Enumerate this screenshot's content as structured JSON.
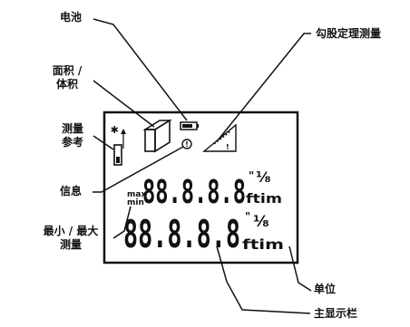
{
  "labels": {
    "battery": "电池",
    "pythagoras": "勾股定理测量",
    "area_volume_line1": "面积 /",
    "area_volume_line2": "体积",
    "reference_line1": "测量",
    "reference_line2": "参考",
    "info": "信息",
    "minmax_line1": "最小 / 最大",
    "minmax_line2": "测量",
    "unit": "单位",
    "main_display": "主显示栏"
  },
  "display": {
    "secondary_reading": "88.8.8.8",
    "main_reading": "88.8.8.8",
    "unit_suffix": "ftim",
    "feet_inch_mark": "\"",
    "fraction": "¹⁄₈",
    "max_label": "max",
    "min_label": "min",
    "laser_symbol": "✱",
    "info_symbol": "!"
  },
  "colors": {
    "ink": "#111111",
    "background": "#ffffff"
  }
}
